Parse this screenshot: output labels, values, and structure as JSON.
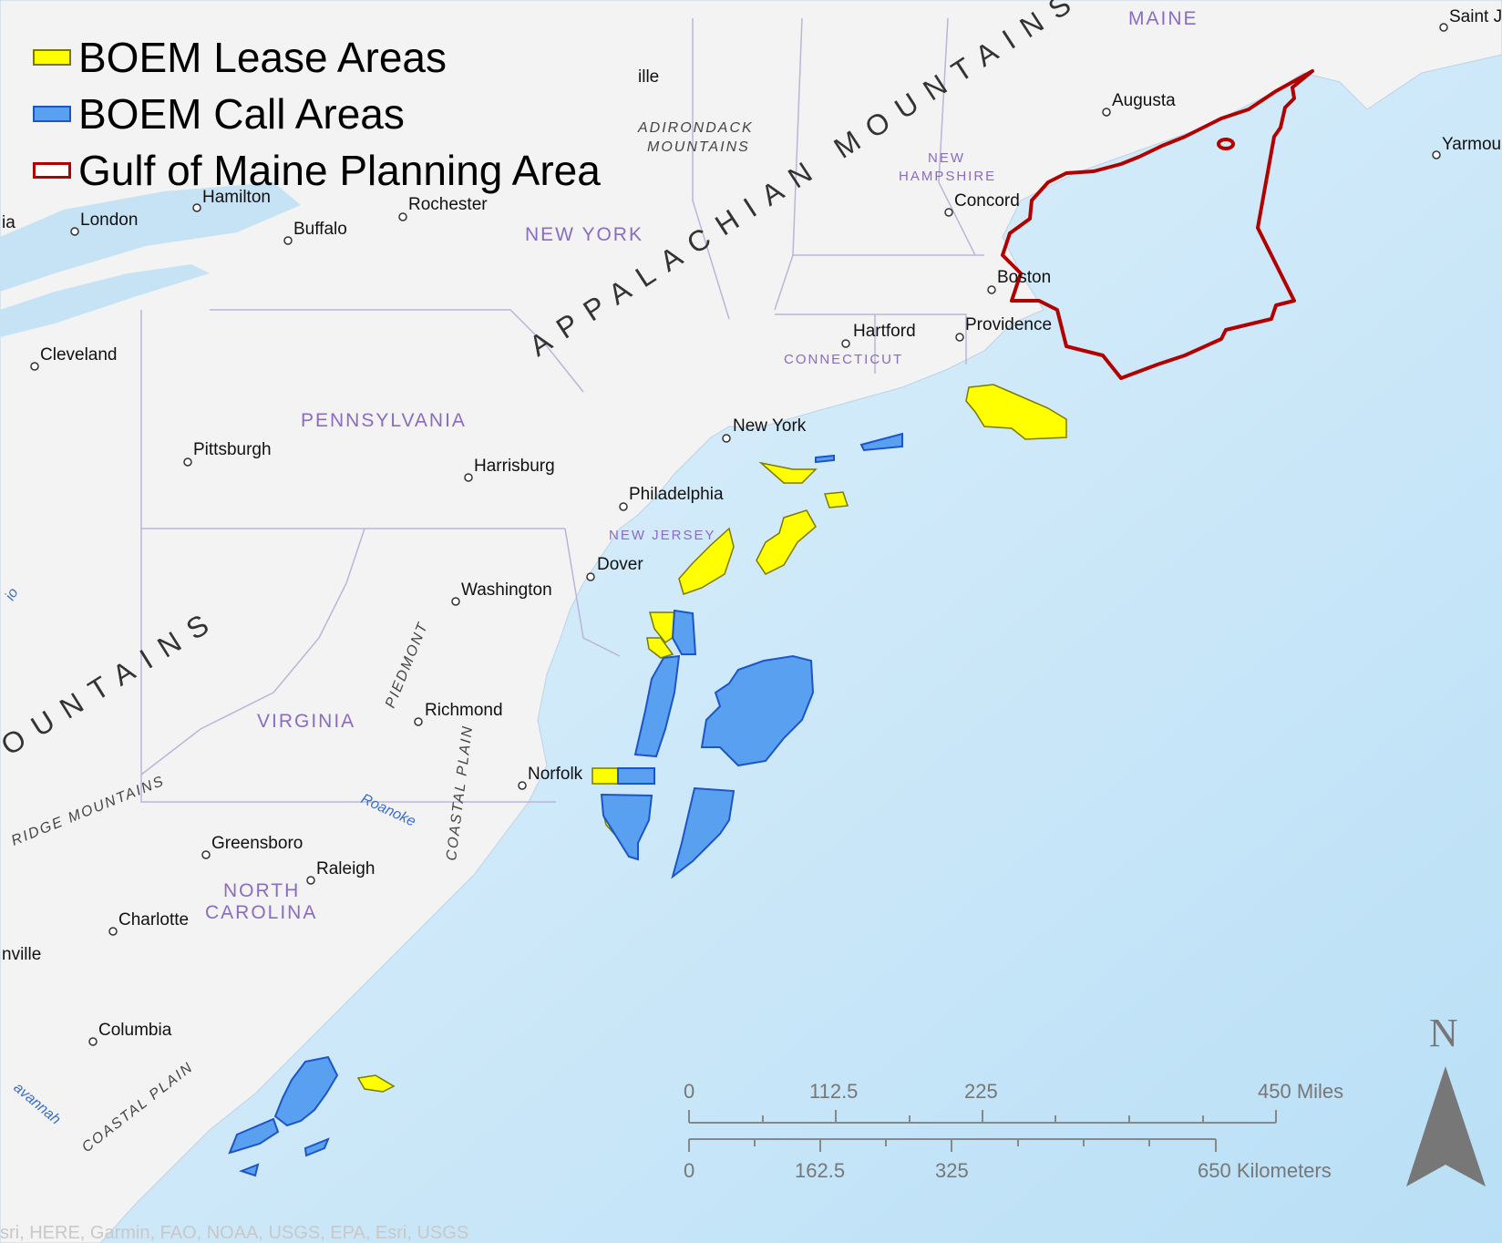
{
  "legend": {
    "items": [
      {
        "label": "BOEM Lease Areas",
        "fill": "#ffff00",
        "stroke": "#7a7a00"
      },
      {
        "label": "BOEM Call Areas",
        "fill": "#5aa0f0",
        "stroke": "#1c55c8"
      },
      {
        "label": "Gulf of Maine Planning Area",
        "fill": "#ffffff",
        "stroke": "#b00000"
      }
    ]
  },
  "colors": {
    "ocean": "#cfe8f8",
    "land": "#f4f4f4",
    "lease_fill": "#ffff00",
    "call_fill": "#5aa0f0",
    "planning_stroke": "#b00000",
    "state_label": "#8a6cc0"
  },
  "cities": [
    "Saint J",
    "Augusta",
    "Yarmou",
    "Concord",
    "Boston",
    "Providence",
    "Hartford",
    "New York",
    "Philadelphia",
    "Dover",
    "Washington",
    "Richmond",
    "Norfolk",
    "Harrisburg",
    "Pittsburgh",
    "Cleveland",
    "Buffalo",
    "Rochester",
    "Hamilton",
    "London",
    "ille",
    "ia",
    "Greensboro",
    "Raleigh",
    "Charlotte",
    "nville",
    "Columbia"
  ],
  "states": [
    "MAINE",
    "NEW",
    "HAMPSHIRE",
    "NEW YORK",
    "CONNECTICUT",
    "PENNSYLVANIA",
    "NEW JERSEY",
    "VIRGINIA",
    "NORTH",
    "CAROLINA"
  ],
  "physical_labels": {
    "appalachian": "APPALACHIAN MOUNTAINS",
    "mountains_sw": "OUNTAINS",
    "adirondack_1": "ADIRONDACK",
    "adirondack_2": "MOUNTAINS",
    "piedmont": "PIEDMONT",
    "coastal_plain_va": "COASTAL PLAIN",
    "coastal_plain_sc": "COASTAL PLAIN",
    "ridge": "RIDGE MOUNTAINS",
    "roanoke": "Roanoke",
    "savannah": "avannah",
    "oh_river": "io"
  },
  "scale_bar": {
    "miles_ticks": [
      "0",
      "112.5",
      "225",
      "450 Miles"
    ],
    "km_ticks": [
      "0",
      "162.5",
      "325",
      "650 Kilometers"
    ]
  },
  "north_arrow": {
    "label": "N"
  },
  "attribution": "sri, HERE, Garmin, FAO, NOAA, USGS, EPA, Esri, USGS"
}
